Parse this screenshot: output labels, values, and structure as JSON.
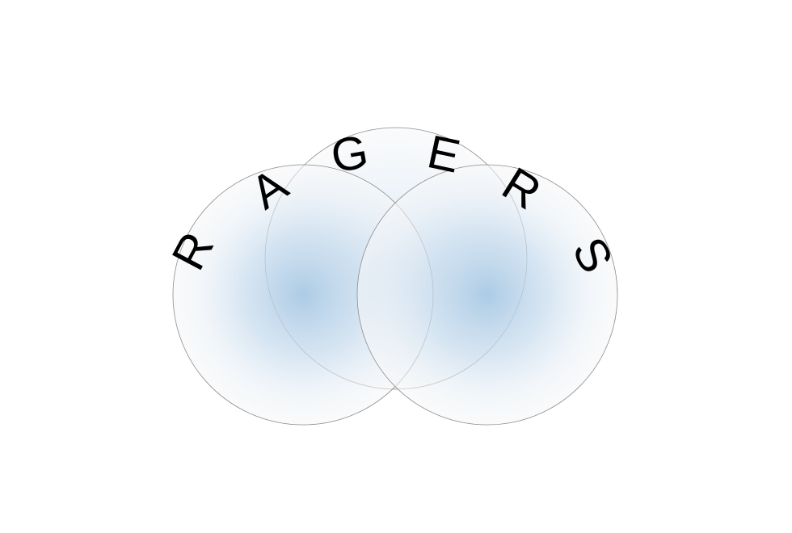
{
  "logo": {
    "wordmark": "RAGERS",
    "letters": [
      "R",
      "A",
      "G",
      "E",
      "R",
      "S"
    ],
    "colors": {
      "background": "#ffffff",
      "circle_center": "#a8c8e3",
      "circle_mid": "#d3e3f1",
      "circle_edge": "#f6f6f7",
      "circle_outline": "#8c8c8c",
      "text": "#000000"
    }
  }
}
